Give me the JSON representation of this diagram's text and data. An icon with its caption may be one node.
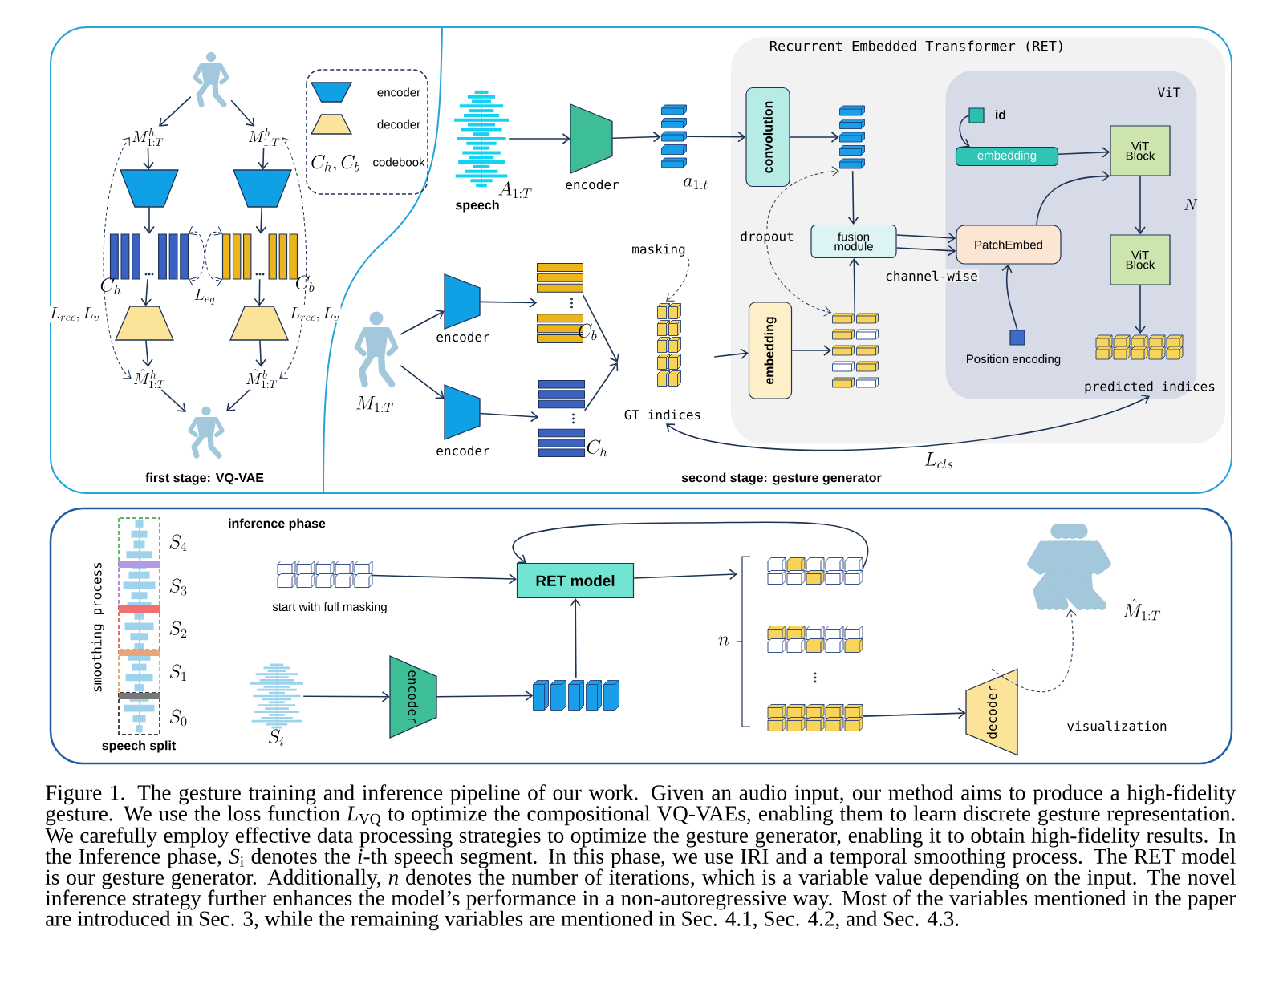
{
  "diagram": {
    "caption": "Figure 1. The gesture training and inference pipeline of our work. Given an audio input, our method aims to produce a high-fidelity gesture. We use the loss function *L*$_{VQ}$ to optimize the compositional VQ-VAEs, enabling them to learn discrete gesture representation. We carefully employ effective data processing strategies to optimize the gesture generator, enabling it to obtain high-fidelity results. In the Inference phase, *S*$_{i}$ denotes the *i*-th speech segment. In this phase, we use IRI and a temporal smoothing process. The RET model is our gesture generator. Additionally, *n* denotes the number of iterations, which is a variable value depending on the input. The novel inference strategy further enhances the model’s performance in a non-autoregressive way. Most of the variables mentioned in the paper are introduced in Sec. 3, while the remaining variables are mentioned in Sec. 4.1, Sec. 4.2, and Sec. 4.3.",
    "nodes": [
      {
        "text": [],
        "shape": "person"
      },
      {
        "text": [
          "M^{h}_{1:T}"
        ]
      },
      {
        "text": [
          "M^{b}_{1:T}"
        ]
      },
      {
        "text": [],
        "shape": "trapezoid"
      },
      {
        "text": [],
        "shape": "trapezoid"
      },
      {
        "text": [],
        "shape": "bar",
        "beside": [
          "C_h"
        ]
      },
      {
        "text": [],
        "shape": "bar",
        "beside": [
          "C_b"
        ]
      },
      {
        "text": [],
        "shape": "trapezoid"
      },
      {
        "text": [],
        "shape": "trapezoid"
      },
      {
        "text": [
          "\\hat{M}^{h}_{1:T}"
        ]
      },
      {
        "text": [
          "\\hat{M}^{b}_{1:T}"
        ]
      },
      {
        "text": [],
        "shape": "person"
      },
      {
        "text": [],
        "shape": "picture",
        "beside": [
          "A_{1:T}",
          "speech"
        ]
      },
      {
        "text": [],
        "shape": "trapezoid",
        "beside": [
          "encoder"
        ]
      },
      {
        "text": [],
        "shape": "bar",
        "beside": [
          "a_{1:t}"
        ]
      },
      {
        "text": [
          "Recurrent Embedded Transformer (RET)"
        ]
      },
      {
        "text": [
          "convolution"
        ],
        "in": 15
      },
      {
        "text": [],
        "shape": "bar",
        "in": 15
      },
      {
        "text": [
          "fusion module"
        ],
        "in": 15
      },
      {
        "text": [
          "embedding"
        ],
        "in": 15
      },
      {
        "text": [],
        "shape": "cube",
        "in": 15
      },
      {
        "text": [
          "ViT"
        ],
        "in": 15
      },
      {
        "text": [],
        "shape": "box",
        "beside": [
          "id"
        ],
        "in": 21
      },
      {
        "text": [
          "embedding"
        ],
        "in": 21
      },
      {
        "text": [
          "PatchEmbed"
        ],
        "in": 21
      },
      {
        "text": [
          "ViT Block"
        ],
        "in": 21
      },
      {
        "text": [
          "ViT Block"
        ],
        "in": 21
      },
      {
        "text": [],
        "shape": "box",
        "beside": [
          "Position encoding"
        ],
        "in": 21
      },
      {
        "text": [
          "predicted indices"
        ],
        "in": 21
      },
      {
        "text": [],
        "shape": "person",
        "beside": [
          "M_{1:T}"
        ]
      },
      {
        "text": [],
        "shape": "trapezoid",
        "beside": [
          "encoder"
        ]
      },
      {
        "text": [],
        "shape": "trapezoid",
        "beside": [
          "encoder"
        ]
      },
      {
        "text": [],
        "shape": "bar",
        "beside": [
          "C_b"
        ]
      },
      {
        "text": [],
        "shape": "bar",
        "beside": [
          "C_h"
        ]
      },
      {
        "text": [
          "GT indices"
        ]
      },
      {
        "text": [
          "dropout"
        ],
        "in": 15
      },
      {
        "text": [
          "masking"
        ]
      },
      {
        "text": [],
        "shape": "cube",
        "beside": [
          "start with full masking"
        ]
      },
      {
        "text": [
          "RET model"
        ]
      },
      {
        "text": [],
        "shape": "picture",
        "beside": [
          "S_i"
        ]
      },
      {
        "text": [
          "encoder"
        ]
      },
      {
        "text": [],
        "shape": "bar"
      },
      {
        "text": [],
        "shape": "cube"
      },
      {
        "text": [],
        "shape": "cube"
      },
      {
        "text": [],
        "shape": "cube"
      },
      {
        "text": [
          "decoder"
        ]
      },
      {
        "text": [],
        "shape": "person",
        "beside": [
          "\\hat{M}_{1:T}"
        ]
      }
    ],
    "edges": [
      {
        "from": 0,
        "to": 1,
        "arrow": "to"
      },
      {
        "from": 0,
        "to": 2,
        "arrow": "to"
      },
      {
        "from": 1,
        "to": 3,
        "arrow": "to"
      },
      {
        "from": 2,
        "to": 4,
        "arrow": "to"
      },
      {
        "from": 3,
        "to": 5,
        "arrow": "to"
      },
      {
        "from": 4,
        "to": 6,
        "arrow": "to"
      },
      {
        "from": 5,
        "to": 7,
        "arrow": "to"
      },
      {
        "from": 6,
        "to": 8,
        "arrow": "to"
      },
      {
        "from": 7,
        "to": 9,
        "arrow": "to"
      },
      {
        "from": 8,
        "to": 10,
        "arrow": "to"
      },
      {
        "from": 9,
        "to": 11,
        "arrow": "to"
      },
      {
        "from": 10,
        "to": 11,
        "arrow": "to"
      },
      {
        "from": 9,
        "to": 1,
        "arrow": "both",
        "style": "dashed",
        "label": "L_{rec},L_{v}"
      },
      {
        "from": 10,
        "to": 2,
        "arrow": "both",
        "style": "dashed",
        "label": "L_{rec},L_{v}"
      },
      {
        "from": 5,
        "to": 6,
        "arrow": "both",
        "style": "dashed",
        "label": "L_{eq}"
      },
      {
        "from": 6,
        "to": 5,
        "arrow": "both",
        "style": "dashed"
      },
      {
        "from": 12,
        "to": 13,
        "arrow": "to"
      },
      {
        "from": 13,
        "to": 14,
        "arrow": "to"
      },
      {
        "from": 14,
        "to": 16,
        "arrow": "to"
      },
      {
        "from": 16,
        "to": 17,
        "arrow": "to"
      },
      {
        "from": 17,
        "to": 18,
        "arrow": "to"
      },
      {
        "from": 35,
        "to": 17,
        "arrow": "to",
        "style": "dashed"
      },
      {
        "from": 35,
        "to": 20,
        "arrow": "to",
        "style": "dashed"
      },
      {
        "from": 19,
        "to": 20,
        "arrow": "to"
      },
      {
        "from": 20,
        "to": 18,
        "arrow": "to"
      },
      {
        "from": 18,
        "to": 24,
        "arrow": "to"
      },
      {
        "from": 18,
        "to": 24,
        "arrow": "to",
        "label": "channel-wise"
      },
      {
        "from": 22,
        "to": 23,
        "arrow": "to"
      },
      {
        "from": 23,
        "to": 25,
        "arrow": "to"
      },
      {
        "from": 24,
        "to": 25,
        "arrow": "to"
      },
      {
        "from": 25,
        "to": 26,
        "arrow": "to"
      },
      {
        "from": 27,
        "to": 24,
        "arrow": "to"
      },
      {
        "from": 26,
        "to": 28,
        "arrow": "to"
      },
      {
        "from": 28,
        "to": 34,
        "arrow": "both",
        "label": "L_{cls}"
      },
      {
        "from": 36,
        "to": 34,
        "arrow": "to",
        "style": "dashed"
      },
      {
        "from": 29,
        "to": 30,
        "arrow": "to"
      },
      {
        "from": 29,
        "to": 31,
        "arrow": "to"
      },
      {
        "from": 30,
        "to": 32,
        "arrow": "to"
      },
      {
        "from": 31,
        "to": 33,
        "arrow": "to"
      },
      {
        "from": 32,
        "to": 34,
        "arrow": "to"
      },
      {
        "from": 33,
        "to": 34,
        "arrow": "to"
      },
      {
        "from": 34,
        "to": 19,
        "arrow": "to"
      },
      {
        "from": 37,
        "to": 38,
        "arrow": "to"
      },
      {
        "from": 39,
        "to": 40,
        "arrow": "to"
      },
      {
        "from": 40,
        "to": 41,
        "arrow": "to"
      },
      {
        "from": 41,
        "to": 38,
        "arrow": "to"
      },
      {
        "from": 38,
        "to": 42,
        "arrow": "to"
      },
      {
        "from": 42,
        "to": 38,
        "arrow": "to"
      },
      {
        "from": 44,
        "to": 45,
        "arrow": "to"
      },
      {
        "from": 45,
        "to": 46,
        "arrow": "to",
        "style": "dashed",
        "label": "visualization"
      }
    ],
    "labels": [
      "C_h, C_b",
      "first stage: VQ-VAE",
      "N",
      "second stage: gesture generator",
      "inference phase",
      "smoothing process",
      "S_4",
      "S_3",
      "S_2",
      "S_1",
      "S_0",
      "speech split",
      "n"
    ],
    "legend": [
      {
        "text": "encoder"
      },
      {
        "text": "decoder"
      },
      {
        "text": "codebook"
      }
    ]
  }
}
